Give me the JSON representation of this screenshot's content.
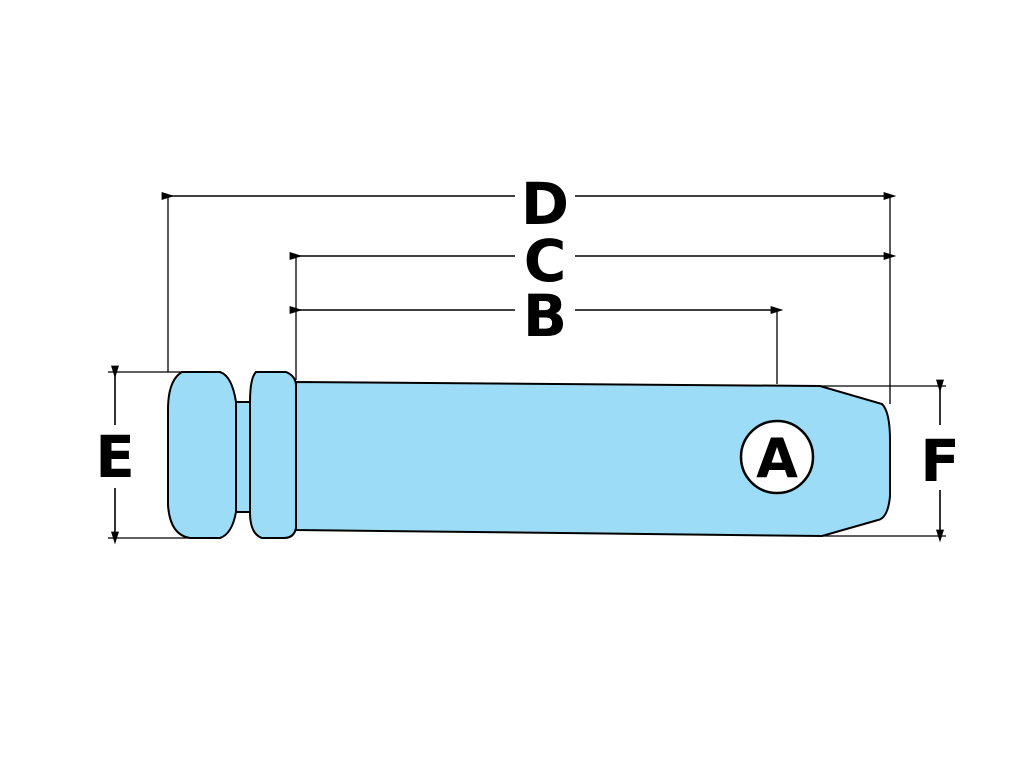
{
  "labels": {
    "a": "A",
    "b": "B",
    "c": "C",
    "d": "D",
    "e": "E",
    "f": "F"
  },
  "colors": {
    "pin_fill": "#9ddcf7",
    "outline": "#000000",
    "background": "#ffffff"
  }
}
